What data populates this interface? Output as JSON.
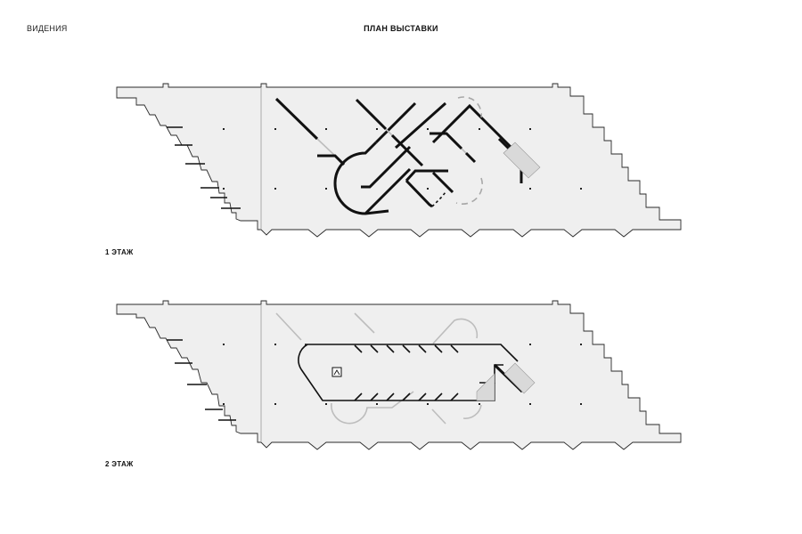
{
  "header": {
    "project_name": "ВИДЕНИЯ",
    "title": "ПЛАН ВЫСТАВКИ"
  },
  "floors": [
    {
      "label": "1 ЭТАЖ"
    },
    {
      "label": "2 ЭТАЖ"
    }
  ],
  "icons": {
    "elevator": "elevator-icon"
  },
  "colors": {
    "slab_fill": "#efefef",
    "wall": "#111111",
    "outline": "#2a2a2a",
    "ghost_line": "#bdbdbd",
    "stair_fill": "#d9d9d9"
  }
}
